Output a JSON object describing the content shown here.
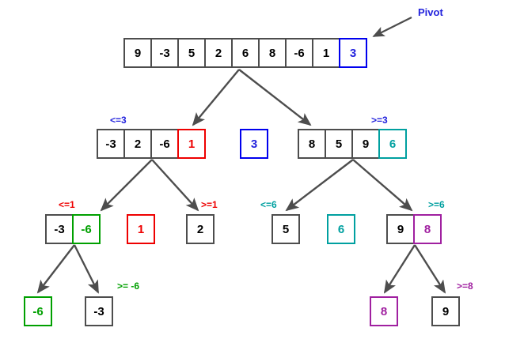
{
  "diagram": {
    "title_label": "Pivot",
    "colors": {
      "default_border": "#4d4d4d",
      "blue": "#0000ee",
      "red": "#ee0000",
      "teal": "#00a0a0",
      "green": "#00a000",
      "purple": "#a020a0",
      "arrow": "#4d4d4d"
    },
    "levels": [
      {
        "name": "root",
        "groups": [
          {
            "name": "root-array",
            "cells": [
              {
                "value": "9",
                "style": "default"
              },
              {
                "value": "-3",
                "style": "default"
              },
              {
                "value": "5",
                "style": "default"
              },
              {
                "value": "2",
                "style": "default"
              },
              {
                "value": "6",
                "style": "default"
              },
              {
                "value": "8",
                "style": "default"
              },
              {
                "value": "-6",
                "style": "default"
              },
              {
                "value": "1",
                "style": "default"
              },
              {
                "value": "3",
                "style": "blue"
              }
            ]
          }
        ]
      },
      {
        "name": "level-2",
        "groups": [
          {
            "name": "left-partition",
            "label": "<=3",
            "label_color": "blue",
            "cells": [
              {
                "value": "-3",
                "style": "default"
              },
              {
                "value": "2",
                "style": "default"
              },
              {
                "value": "-6",
                "style": "default"
              },
              {
                "value": "1",
                "style": "red"
              }
            ]
          },
          {
            "name": "pivot-3",
            "cells": [
              {
                "value": "3",
                "style": "blue"
              }
            ]
          },
          {
            "name": "right-partition",
            "label": ">=3",
            "label_color": "blue",
            "cells": [
              {
                "value": "8",
                "style": "default"
              },
              {
                "value": "5",
                "style": "default"
              },
              {
                "value": "9",
                "style": "default"
              },
              {
                "value": "6",
                "style": "teal"
              }
            ]
          }
        ]
      },
      {
        "name": "level-3",
        "groups": [
          {
            "name": "left-left-partition",
            "label": "<=1",
            "label_color": "red",
            "cells": [
              {
                "value": "-3",
                "style": "default"
              },
              {
                "value": "-6",
                "style": "green"
              }
            ]
          },
          {
            "name": "pivot-1",
            "cells": [
              {
                "value": "1",
                "style": "red"
              }
            ]
          },
          {
            "name": "left-right-partition",
            "label": ">=1",
            "label_color": "red",
            "cells": [
              {
                "value": "2",
                "style": "default"
              }
            ]
          },
          {
            "name": "right-left-partition",
            "label": "<=6",
            "label_color": "teal",
            "cells": [
              {
                "value": "5",
                "style": "default"
              }
            ]
          },
          {
            "name": "pivot-6",
            "cells": [
              {
                "value": "6",
                "style": "teal"
              }
            ]
          },
          {
            "name": "right-right-partition",
            "label": ">=6",
            "label_color": "teal",
            "cells": [
              {
                "value": "9",
                "style": "default"
              },
              {
                "value": "8",
                "style": "purple"
              }
            ]
          }
        ]
      },
      {
        "name": "level-4",
        "groups": [
          {
            "name": "pivot-minus6",
            "cells": [
              {
                "value": "-6",
                "style": "green"
              }
            ]
          },
          {
            "name": "minus6-right-partition",
            "label": ">= -6",
            "label_color": "green",
            "cells": [
              {
                "value": "-3",
                "style": "default"
              }
            ]
          },
          {
            "name": "pivot-8",
            "cells": [
              {
                "value": "8",
                "style": "purple"
              }
            ]
          },
          {
            "name": "eight-right-partition",
            "label": ">=8",
            "label_color": "purple",
            "cells": [
              {
                "value": "9",
                "style": "default"
              }
            ]
          }
        ]
      }
    ]
  }
}
